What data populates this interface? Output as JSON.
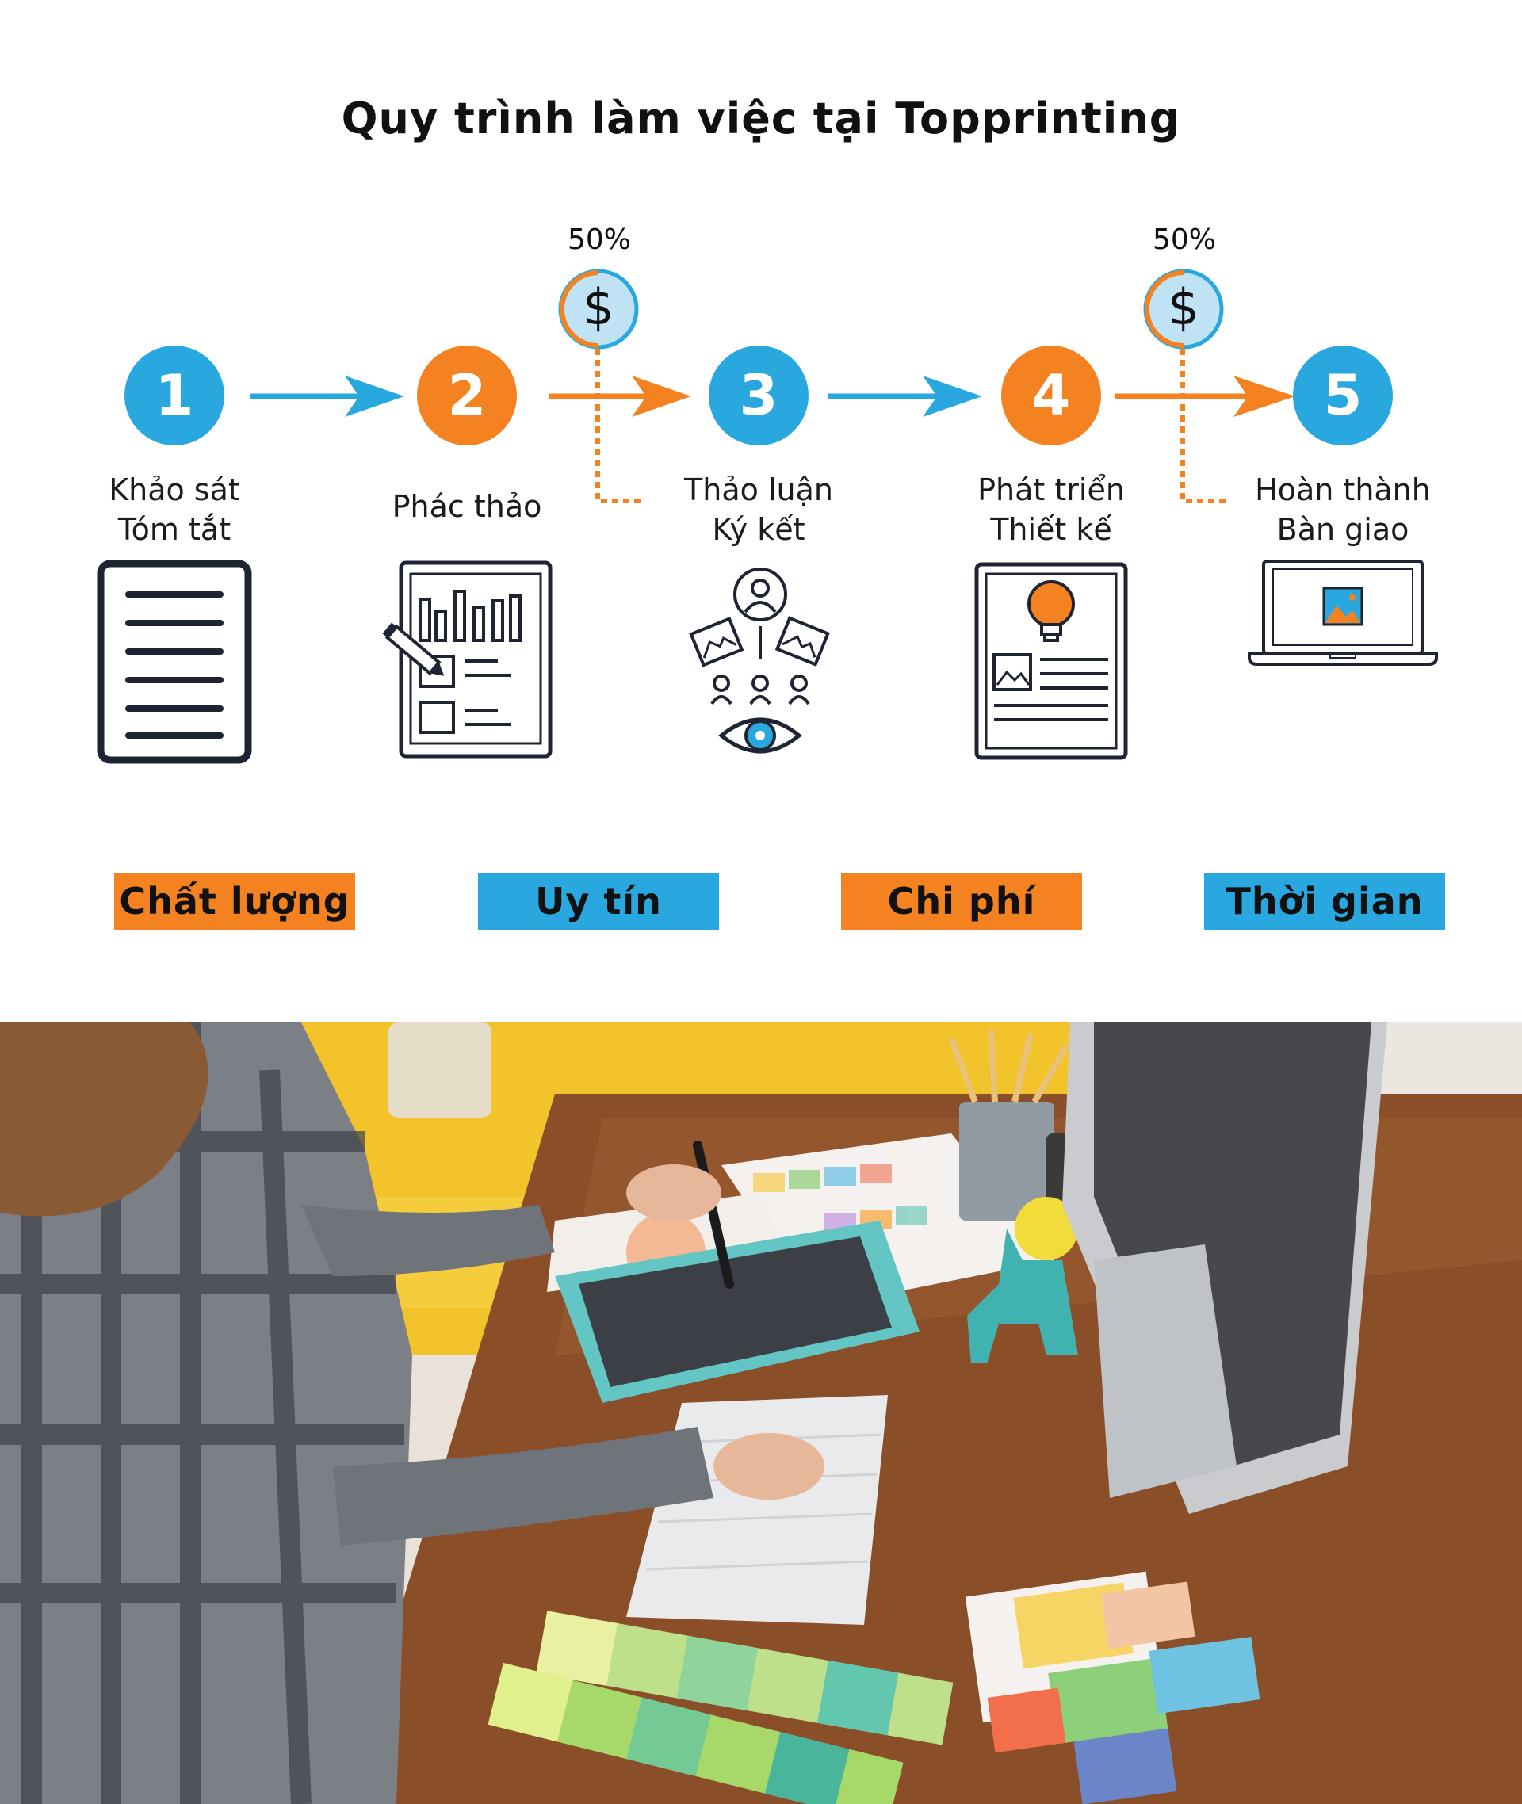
{
  "title": "Quy trình làm việc tại Topprinting",
  "colors": {
    "blue": "#29a8e0",
    "orange": "#f58220",
    "navy": "#1f2433"
  },
  "steps": [
    {
      "number": "1",
      "line1": "Khảo sát",
      "line2": "Tóm tắt",
      "color": "blue",
      "icon": "document-icon"
    },
    {
      "number": "2",
      "line1": "Phác thảo",
      "line2": "",
      "color": "orange",
      "icon": "sketch-tablet-icon"
    },
    {
      "number": "3",
      "line1": "Thảo luận",
      "line2": "Ký kết",
      "color": "blue",
      "icon": "discussion-icon"
    },
    {
      "number": "4",
      "line1": "Phát triển",
      "line2": "Thiết kế",
      "color": "orange",
      "icon": "idea-document-icon"
    },
    {
      "number": "5",
      "line1": "Hoàn thành",
      "line2": "Bàn giao",
      "color": "blue",
      "icon": "laptop-icon"
    }
  ],
  "payments": [
    {
      "percent": "50%",
      "symbol": "$",
      "between": "2-3"
    },
    {
      "percent": "50%",
      "symbol": "$",
      "between": "4-5"
    }
  ],
  "values": [
    {
      "label": "Chất lượng",
      "color": "orange"
    },
    {
      "label": "Uy tín",
      "color": "blue"
    },
    {
      "label": "Chi phí",
      "color": "orange"
    },
    {
      "label": "Thời gian",
      "color": "blue"
    }
  ]
}
